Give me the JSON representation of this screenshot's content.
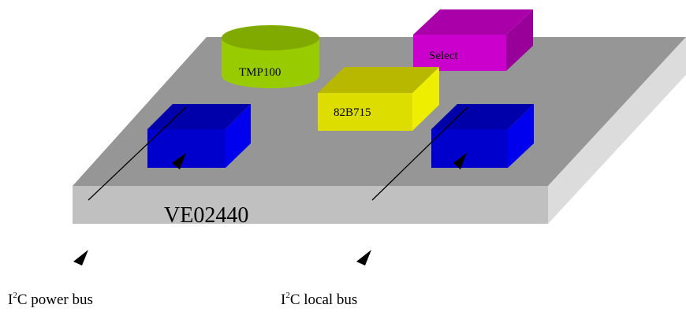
{
  "diagram": {
    "board_label": "VE02440",
    "components": {
      "tmp100": {
        "label": "TMP100",
        "color": "#99cc00"
      },
      "chip_82b715": {
        "label": "82B715",
        "color": "#dddd00"
      },
      "select": {
        "label": "Select",
        "color": "#cc00cc"
      },
      "blue_box_color": "#0000cc"
    },
    "board_colors": {
      "top": "#969696",
      "front": "#c0c0c0",
      "side": "#dcdcdc"
    },
    "bus_labels": {
      "power": {
        "prefix": "I",
        "sup": "2",
        "suffix": "C power bus"
      },
      "local": {
        "prefix": "I",
        "sup": "2",
        "suffix": "C local bus"
      }
    }
  }
}
